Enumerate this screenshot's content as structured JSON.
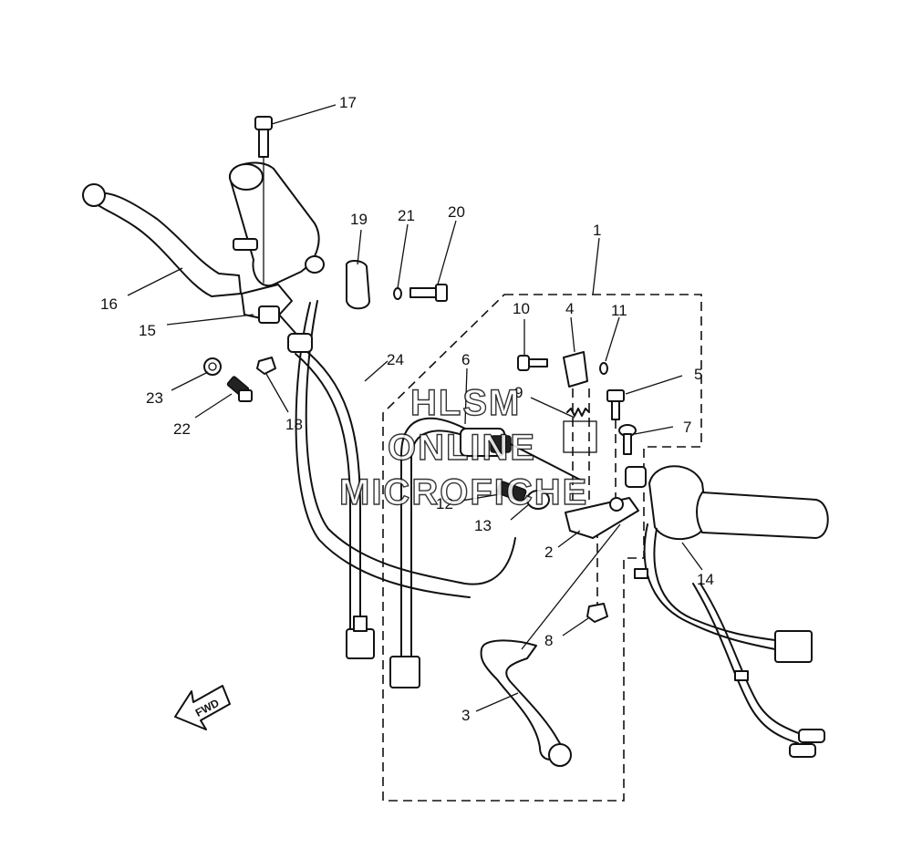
{
  "diagram": {
    "callouts": {
      "c1": "1",
      "c2": "2",
      "c3": "3",
      "c4": "4",
      "c5": "5",
      "c6": "6",
      "c7": "7",
      "c8": "8",
      "c9": "9",
      "c10": "10",
      "c11": "11",
      "c12": "12",
      "c13": "13",
      "c14": "14",
      "c15": "15",
      "c16": "16",
      "c17": "17",
      "c18": "18",
      "c19": "19",
      "c20": "20",
      "c21": "21",
      "c22": "22",
      "c23": "23",
      "c24": "24"
    },
    "fwd_label": "FWD"
  },
  "watermark": {
    "line1": "HLSM",
    "line2": "ONLINE",
    "line3": "MICROFICHE"
  }
}
